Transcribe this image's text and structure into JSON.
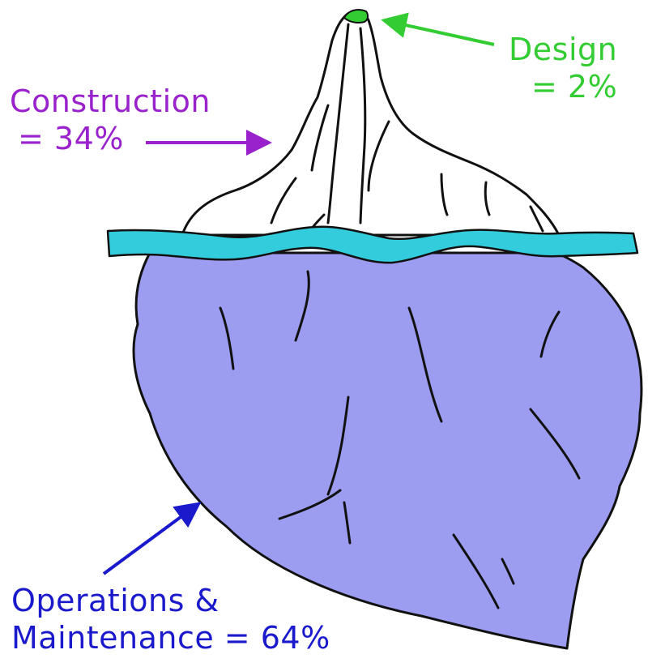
{
  "colors": {
    "design": "#33cc33",
    "construction": "#9922cc",
    "operations": "#1a1acc",
    "iceberg_above": "#ffffff",
    "iceberg_below": "#9c9cf0",
    "water": "#33ccdd",
    "outline": "#111111"
  },
  "labels": {
    "design_line1": "Design",
    "design_line2": "= 2%",
    "construction_line1": "Construction",
    "construction_line2": "= 34%",
    "operations_line1": "Operations &",
    "operations_line2": "Maintenance = 64%"
  }
}
